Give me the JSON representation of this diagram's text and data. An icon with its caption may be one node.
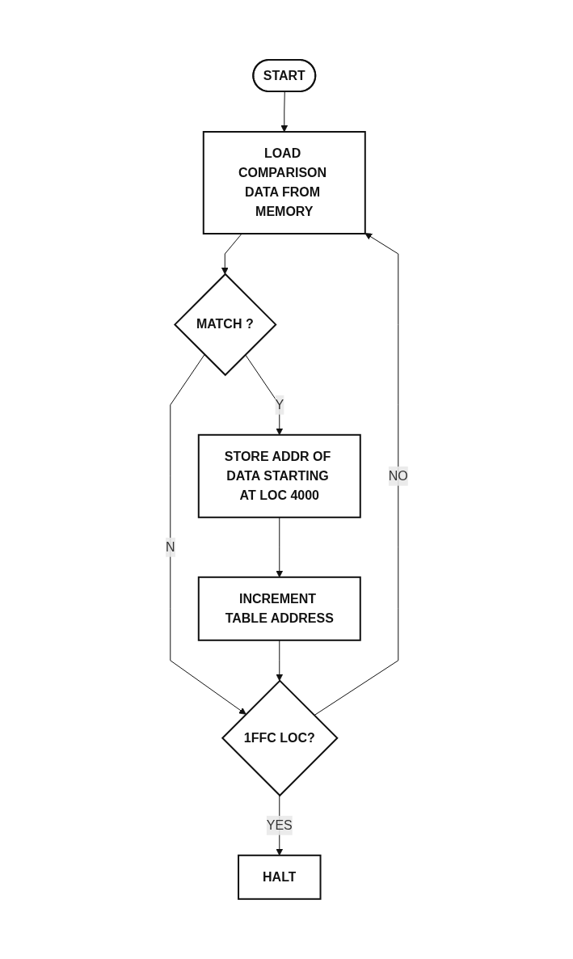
{
  "diagram": {
    "nodes": [
      {
        "text": [
          "START"
        ]
      },
      {
        "text": [
          "LOAD COMPARISON DATA FROM MEMORY"
        ]
      },
      {
        "text": [
          "MATCH ?"
        ]
      },
      {
        "text": [
          "STORE ADDR OF DATA STARTING AT LOC 4000"
        ]
      },
      {
        "text": [
          "INCREMENT TABLE ADDRESS"
        ]
      },
      {
        "text": [
          "1FFC LOC?"
        ]
      },
      {
        "text": [
          "HALT"
        ]
      }
    ],
    "edges": [
      {
        "from": 0,
        "to": 1,
        "arrow": "to"
      },
      {
        "from": 1,
        "to": 2,
        "arrow": "to"
      },
      {
        "from": 2,
        "to": 3,
        "arrow": "to",
        "label": "Y"
      },
      {
        "from": 3,
        "to": 4,
        "arrow": "to"
      },
      {
        "from": 2,
        "to": 5,
        "arrow": "to",
        "label": "N"
      },
      {
        "from": 4,
        "to": 5,
        "arrow": "to"
      },
      {
        "from": 5,
        "to": 1,
        "arrow": "to",
        "label": "NO"
      },
      {
        "from": 5,
        "to": 6,
        "arrow": "to",
        "label": "YES"
      }
    ]
  }
}
